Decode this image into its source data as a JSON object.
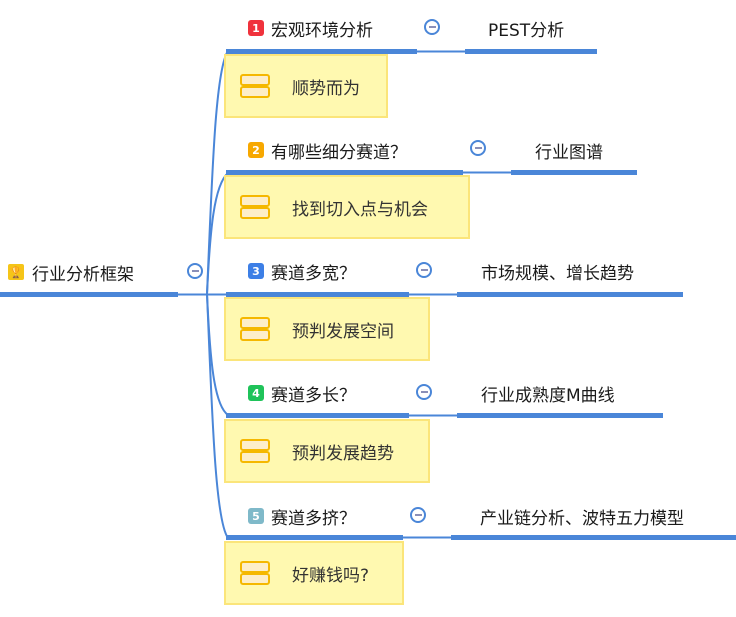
{
  "root": {
    "label": "行业分析框架",
    "icon": "trophy-icon"
  },
  "branches": [
    {
      "index": "1",
      "badge_color": "#f0323c",
      "title": "宏观环境分析",
      "note": "顺势而为",
      "detail": "PEST分析"
    },
    {
      "index": "2",
      "badge_color": "#f7a800",
      "title": "有哪些细分赛道？",
      "note": "找到切入点与机会",
      "detail": "行业图谱"
    },
    {
      "index": "3",
      "badge_color": "#3d7fe6",
      "title": "赛道多宽？",
      "note": "预判发展空间",
      "detail": "市场规模、增长趋势"
    },
    {
      "index": "4",
      "badge_color": "#1fc35a",
      "title": "赛道多长？",
      "note": "预判发展趋势",
      "detail": "行业成熟度M曲线"
    },
    {
      "index": "5",
      "badge_color": "#7fb9c9",
      "title": "赛道多挤？",
      "note": "好赚钱吗?",
      "detail": "产业链分析、波特五力模型"
    }
  ],
  "colors": {
    "line": "#4a86d8",
    "note_bg": "#fff9b0",
    "note_border": "#fbe57a"
  }
}
